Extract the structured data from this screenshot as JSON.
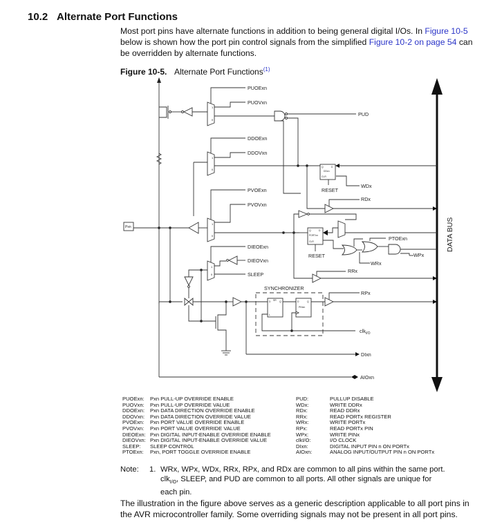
{
  "section": {
    "number": "10.2",
    "title": "Alternate Port Functions"
  },
  "intro": {
    "text_before_link1": "Most port pins have alternate functions in addition to being general digital I/Os. In ",
    "link1": "Figure 10-5",
    "text_between": " below is shown how the port pin control signals from the simplified ",
    "link2": "Figure 10-2 on page 54",
    "text_after": " can be overridden by alternate functions."
  },
  "figure": {
    "label": "Figure 10-5.",
    "title": "Alternate Port Functions",
    "footnote_ref": "(1)",
    "diagram": {
      "pin_label": "Pxn",
      "bus_label": "DATA BUS",
      "synchronizer_label": "SYNCHRONIZER",
      "reset_label": "RESET",
      "signals": {
        "puoe": "PUOExn",
        "puov": "PUOVxn",
        "pud": "PUD",
        "ddoe": "DDOExn",
        "ddov": "DDOVxn",
        "wd": "WDx",
        "rd": "RDx",
        "pvoe": "PVOExn",
        "pvov": "PVOVxn",
        "ptoe": "PTOExn",
        "wp": "WPx",
        "dieoe": "DIEOExn",
        "dieov": "DIEOVxn",
        "wr": "WRx",
        "rr": "RRx",
        "sleep": "SLEEP",
        "rp": "RPx",
        "clk": "clk",
        "clk_sub": "I/O",
        "di": "DIxn",
        "aio": "AIOxn"
      },
      "registers": {
        "ddr": "DDxn",
        "port": "PORTxn",
        "pin": "PINxn",
        "sr": "SR",
        "q": "Q",
        "d": "D",
        "clr": "CLR",
        "l": "L"
      },
      "mux_inputs": [
        "1",
        "0"
      ]
    }
  },
  "legend": {
    "left": [
      {
        "key": "PUOExn:",
        "desc": "Pxn PULL-UP OVERRIDE ENABLE"
      },
      {
        "key": "PUOVxn:",
        "desc": "Pxn PULL-UP OVERRIDE VALUE"
      },
      {
        "key": "DDOExn:",
        "desc": "Pxn DATA DIRECTION OVERRIDE ENABLE"
      },
      {
        "key": "DDOVxn:",
        "desc": "Pxn DATA DIRECTION OVERRIDE VALUE"
      },
      {
        "key": "PVOExn:",
        "desc": "Pxn PORT VALUE OVERRIDE ENABLE"
      },
      {
        "key": "PVOVxn:",
        "desc": "Pxn PORT VALUE OVERRIDE VALUE"
      },
      {
        "key": "DIEOExn:",
        "desc": "Pxn DIGITAL INPUT-ENABLE OVERRIDE ENABLE"
      },
      {
        "key": "DIEOVxn:",
        "desc": "Pxn DIGITAL INPUT-ENABLE OVERRIDE VALUE"
      },
      {
        "key": "SLEEP:",
        "desc": "SLEEP CONTROL"
      },
      {
        "key": "PTOExn:",
        "desc": "Pxn, PORT TOGGLE OVERRIDE ENABLE"
      }
    ],
    "right": [
      {
        "key": "PUD:",
        "desc": "PULLUP DISABLE"
      },
      {
        "key": "WDx:",
        "desc": "WRITE DDRx"
      },
      {
        "key": "RDx:",
        "desc": "READ DDRx"
      },
      {
        "key": "RRx:",
        "desc": "READ PORTx REGISTER"
      },
      {
        "key": "WRx:",
        "desc": "WRITE PORTx"
      },
      {
        "key": "RPx:",
        "desc": "READ PORTx PIN"
      },
      {
        "key": "WPx:",
        "desc": "WRITE PINx"
      },
      {
        "key": "clkI/O:",
        "desc": "I/O CLOCK"
      },
      {
        "key": "DIxn:",
        "desc": "DIGITAL INPUT PIN n ON PORTx"
      },
      {
        "key": "AIOxn:",
        "desc": "ANALOG INPUT/OUTPUT PIN n ON PORTx"
      }
    ]
  },
  "note": {
    "label": "Note:",
    "index": "1.",
    "text_before_sub": "WRx, WPx, WDx, RRx, RPx, and RDx are common to all pins within the same port. clk",
    "sub": "I/O",
    "text_after_sub": ", SLEEP, and PUD are common to all ports. All other signals are unique for each pin."
  },
  "closing": "The illustration in the figure above serves as a generic description applicable to all port pins in the AVR microcontroller family. Some overriding signals may not be present in all port pins."
}
